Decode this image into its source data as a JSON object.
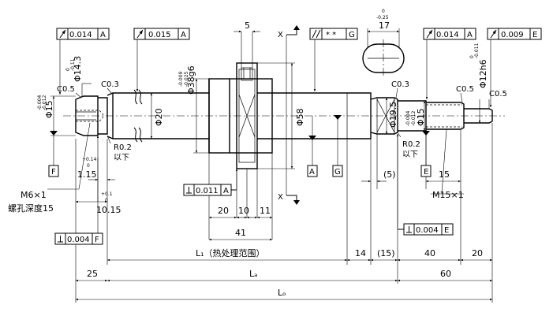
{
  "gdt_frames": {
    "runout_left_top": {
      "value": "0.014",
      "datum": "A"
    },
    "runout_mid_top": {
      "value": "0.015",
      "datum": "A"
    },
    "total_runout_top": {
      "value": "* *",
      "datum": "G"
    },
    "runout_right_top": {
      "value": "0.014",
      "datum": "A"
    },
    "runout_far_right_top": {
      "value": "0.009",
      "datum": "E"
    },
    "perp_nut": {
      "value": "0.011",
      "datum": "A"
    },
    "perp_left_bottom": {
      "value": "0.004",
      "datum": "F"
    },
    "perp_right_bottom": {
      "value": "0.004",
      "datum": "E"
    }
  },
  "datums": [
    "F",
    "A",
    "G",
    "E"
  ],
  "labels": {
    "d15_left": "Φ15",
    "d15_left_tol_upper": "-0.004",
    "d15_left_tol_lower": "-0.012",
    "d14_3": "Φ14.3",
    "d14_3_tol_upper": "0",
    "d14_3_tol_lower": "-0.11",
    "c05_left": "C0.5",
    "c03_left": "C0.3",
    "d20": "Φ20",
    "d38": "Φ38g6",
    "d38_tol_upper": "-0.009",
    "d38_tol_lower": "-0.025",
    "d58": "Φ58",
    "dim5": "5",
    "dim17": "17",
    "dim17_tol_upper": "0",
    "dim17_tol_lower": "-0.25",
    "section_x": "X",
    "d19_5": "Φ19.5",
    "c03_right": "C0.3",
    "d15_right": "Φ15",
    "d15_right_tol_upper": "-0.004",
    "d15_right_tol_lower": "-0.012",
    "c05_right": "C0.5",
    "c05_far_right": "C0.5",
    "d12": "Φ12h6",
    "d12_tol_upper": "0",
    "d12_tol_lower": "-0.011",
    "r02_left": "R0.2",
    "below_left": "以下",
    "r02_right": "R0.2",
    "below_right": "以下",
    "dim1_15": "1.15",
    "dim1_15_tol_upper": "+0.14",
    "dim1_15_tol_lower": "0",
    "dim10_15": "10.15",
    "dim10_15_tol_upper": "+0.1",
    "dim10_15_tol_lower": "0",
    "m6": "M6×1",
    "m6_depth": "螺孔深度15",
    "dim20_nut": "20",
    "dim10_nut": "10",
    "dim11_nut": "11",
    "dim41": "41",
    "dim5_paren": "(5)",
    "dim15_right": "15",
    "m15": "M15×1",
    "l1": "L₁（热处理范围）",
    "dim14": "14",
    "dim15_paren": "(15)",
    "dim40": "40",
    "dim20_end": "20",
    "dim25": "25",
    "la": "Lₐ",
    "dim60": "60",
    "lo": "Lₒ"
  }
}
